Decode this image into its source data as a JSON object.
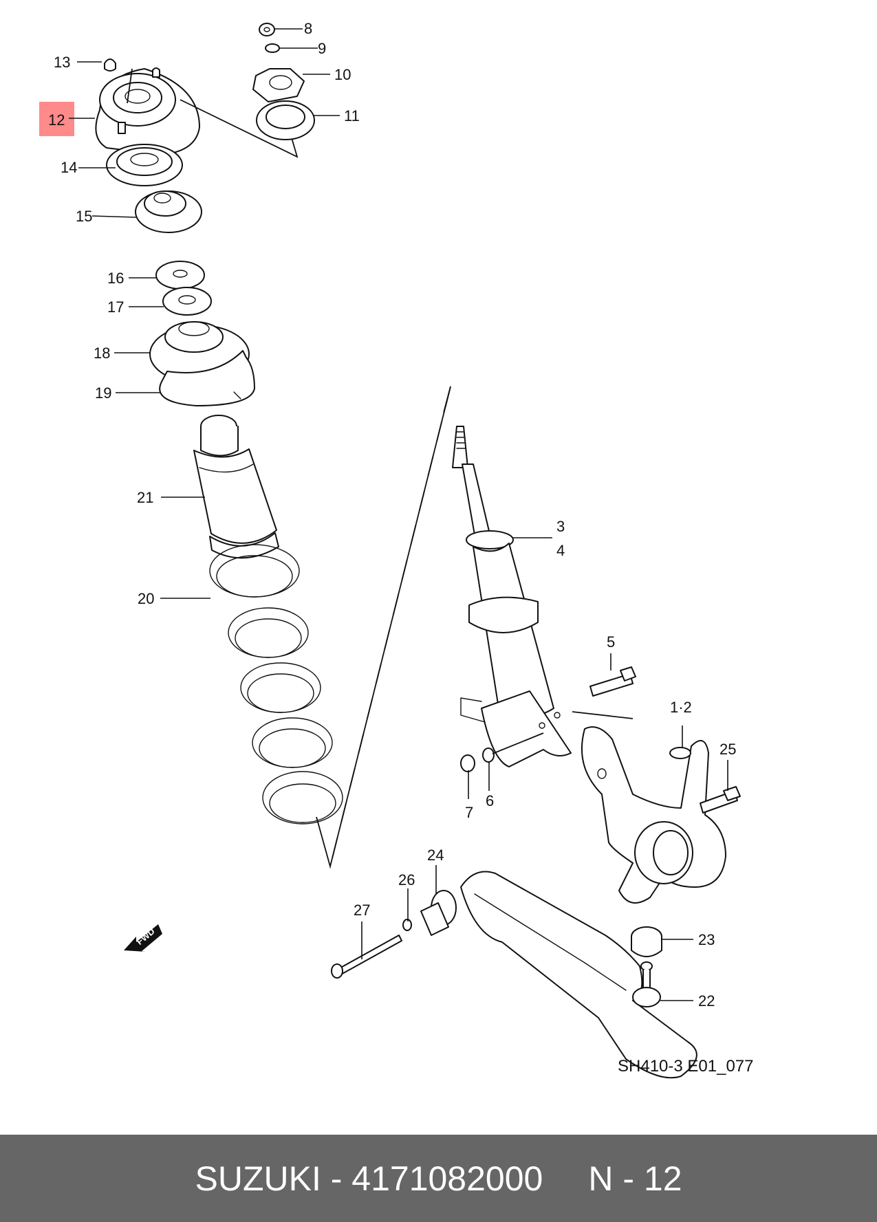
{
  "highlight_color": "#ff8a8a",
  "footer_color": "#666666",
  "icons": {
    "fwd_arrow": "fwd-direction-arrow-icon"
  },
  "diagram": {
    "drawing_code": "SH410-3 E01_077",
    "fwd_label": "FWD",
    "highlighted_part": "12",
    "part_labels": [
      "13",
      "12",
      "14",
      "15",
      "8",
      "9",
      "10",
      "11",
      "16",
      "17",
      "18",
      "19",
      "21",
      "20",
      "3",
      "4",
      "5",
      "1·2",
      "25",
      "6",
      "7",
      "24",
      "26",
      "27",
      "23",
      "22"
    ]
  },
  "footer": {
    "part_text": "SUZUKI - 4171082000",
    "position_text": "N - 12"
  }
}
